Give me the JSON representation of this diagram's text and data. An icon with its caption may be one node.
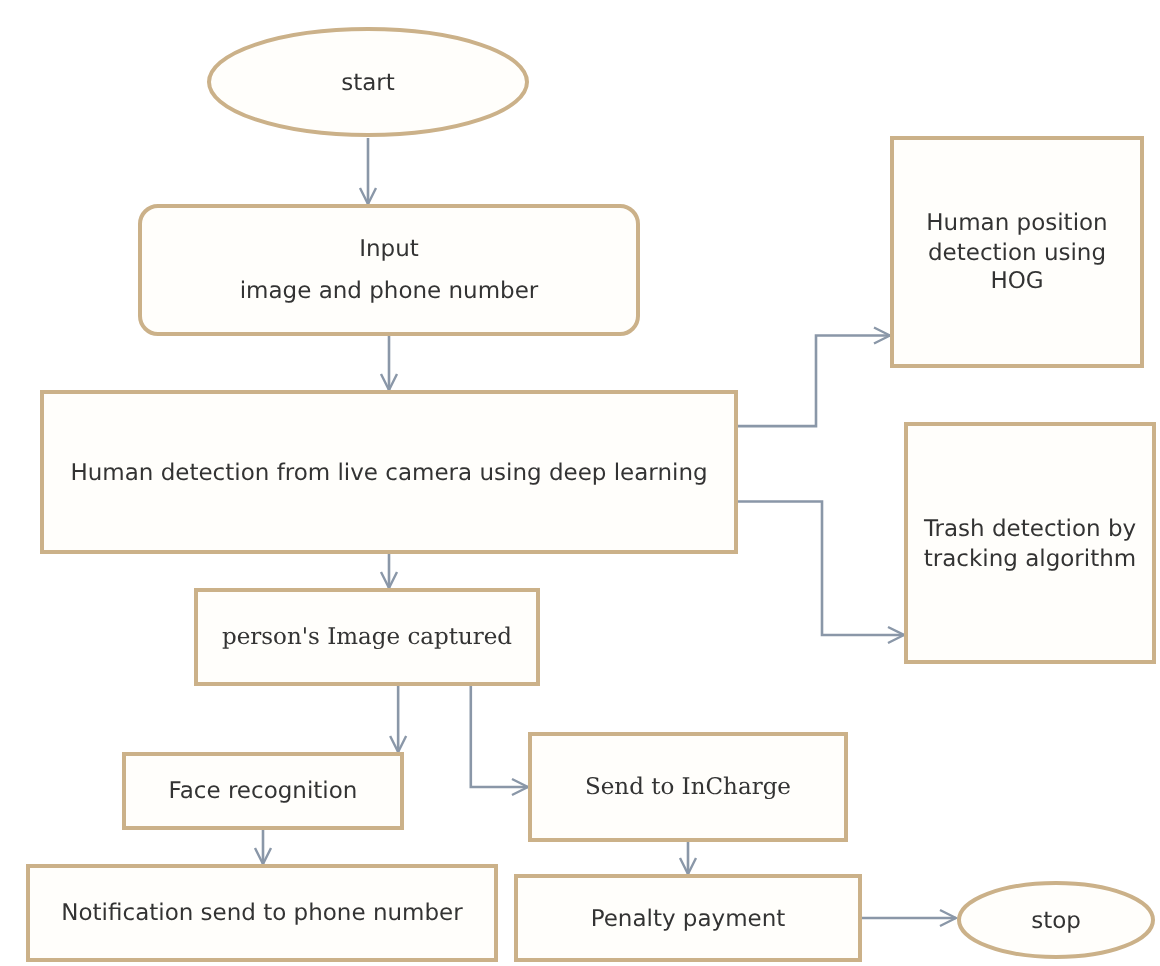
{
  "diagram": {
    "nodes": [
      {
        "text": [
          "start"
        ]
      },
      {
        "text": [
          "Input",
          "image and phone number"
        ]
      },
      {
        "text": [
          "Human detection from live camera using deep learning"
        ]
      },
      {
        "text": [
          "Human position detection using HOG"
        ]
      },
      {
        "text": [
          "Trash detection by tracking algorithm"
        ]
      },
      {
        "text": [
          "person's Image captured"
        ]
      },
      {
        "text": [
          "Face recognition"
        ]
      },
      {
        "text": [
          "Send to InCharge"
        ]
      },
      {
        "text": [
          "Notification send to phone number"
        ]
      },
      {
        "text": [
          "Penalty payment"
        ]
      },
      {
        "text": [
          "stop"
        ]
      }
    ],
    "edges": [
      {
        "from": 0,
        "to": 1,
        "arrow": "to"
      },
      {
        "from": 1,
        "to": 2,
        "arrow": "to"
      },
      {
        "from": 2,
        "to": 3,
        "arrow": "to"
      },
      {
        "from": 2,
        "to": 4,
        "arrow": "to"
      },
      {
        "from": 2,
        "to": 5,
        "arrow": "to"
      },
      {
        "from": 5,
        "to": 6,
        "arrow": "to"
      },
      {
        "from": 5,
        "to": 7,
        "arrow": "to"
      },
      {
        "from": 6,
        "to": 8,
        "arrow": "to"
      },
      {
        "from": 7,
        "to": 9,
        "arrow": "to"
      },
      {
        "from": 9,
        "to": 10,
        "arrow": "to"
      }
    ]
  }
}
